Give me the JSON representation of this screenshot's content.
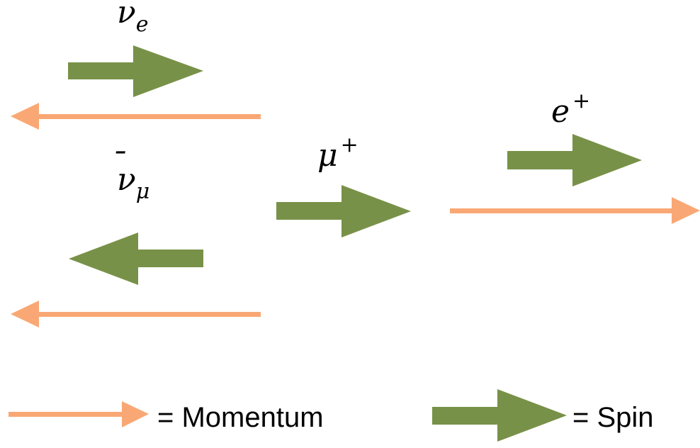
{
  "colors": {
    "momentum": "#F9A875",
    "spin": "#789148",
    "text": "#000000",
    "background": "#FFFFFF"
  },
  "particles": {
    "electron_neutrino": {
      "symbol": "ν",
      "subscript": "e"
    },
    "muon_antineutrino": {
      "symbol": "ν",
      "bar": "̄",
      "subscript": "μ"
    },
    "muon": {
      "symbol": "μ",
      "superscript": "+"
    },
    "positron": {
      "symbol": "e",
      "superscript": "+"
    }
  },
  "legend": {
    "momentum_label": "= Momentum",
    "spin_label": "= Spin"
  }
}
